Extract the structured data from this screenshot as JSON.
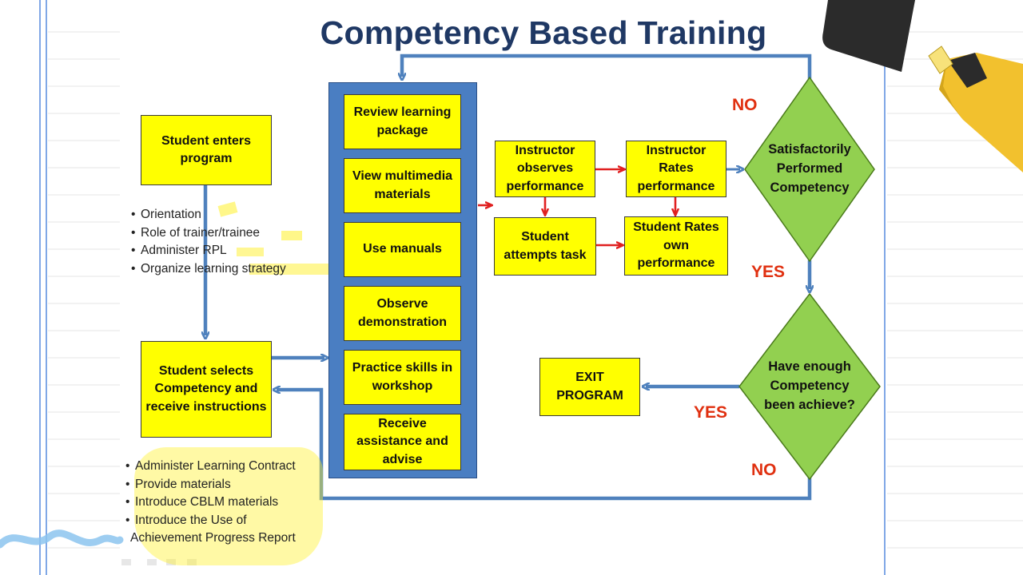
{
  "title": "Competency Based Training",
  "boxes": {
    "student_enters": "Student enters program",
    "student_selects": "Student selects Competency and receive instructions",
    "exit_program": "EXIT PROGRAM",
    "instructor_observes": "Instructor observes performance",
    "instructor_rates": "Instructor Rates performance",
    "student_attempts": "Student attempts task",
    "student_rates_own": "Student Rates own performance"
  },
  "learning_stack": [
    "Review learning package",
    "View multimedia materials",
    "Use manuals",
    "Observe demonstration",
    "Practice skills in workshop",
    "Receive assistance and advise"
  ],
  "decisions": {
    "satisfactory": "Satisfactorily Performed Competency",
    "enough": "Have enough Competency been achieve?"
  },
  "labels": {
    "no_top": "NO",
    "yes_right": "YES",
    "yes_exit": "YES",
    "no_bottom": "NO"
  },
  "bullets_top": [
    "Orientation",
    "Role of trainer/trainee",
    "Administer RPL",
    "Organize learning strategy"
  ],
  "bullets_bottom": [
    "Administer Learning Contract",
    "Provide materials",
    "Introduce CBLM materials",
    "Introduce the Use of",
    "Achievement Progress Report"
  ],
  "colors": {
    "box_fill": "#ffff00",
    "stack_fill": "#4a7ec2",
    "diamond_fill": "#92d050",
    "arrow_blue": "#4f81bd",
    "arrow_red": "#e02020",
    "title": "#1f3864",
    "label_red": "#e03010",
    "marker_body": "#f2c12e",
    "marker_cap": "#2b2b2b"
  }
}
